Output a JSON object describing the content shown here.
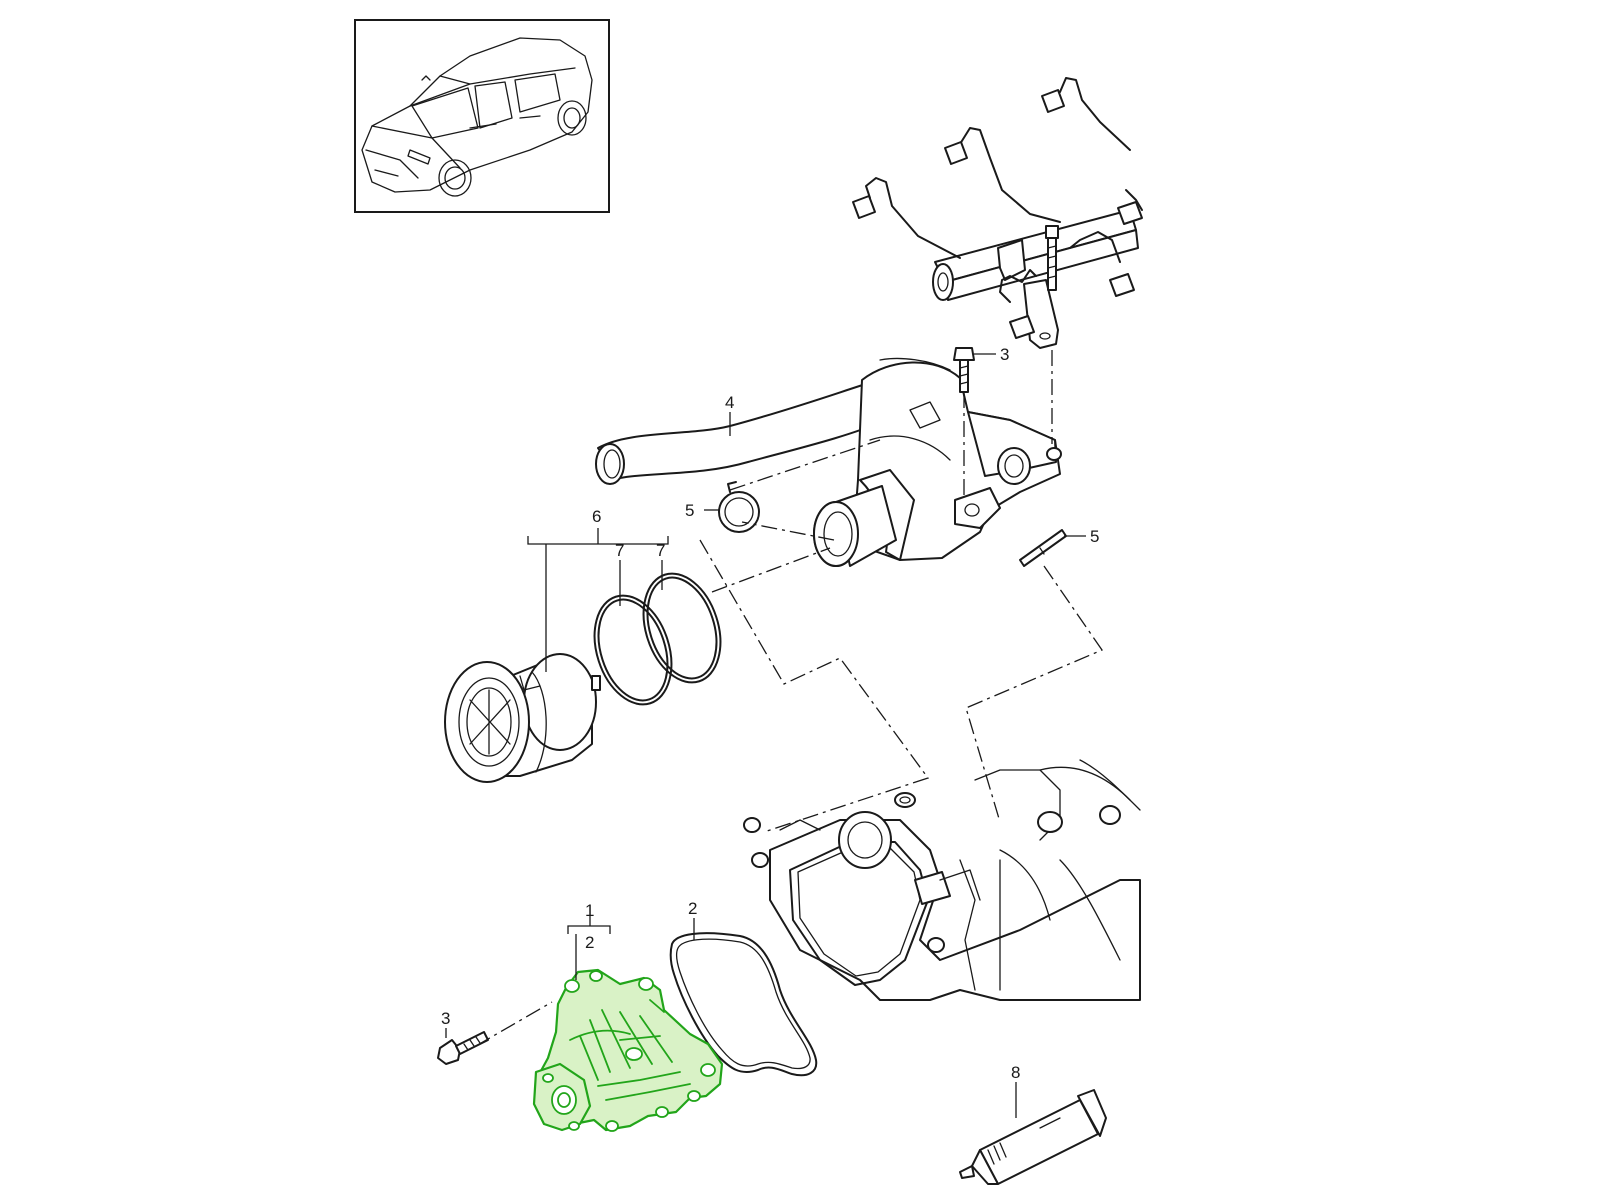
{
  "diagram": {
    "callouts": {
      "c1": "1",
      "c2a": "2",
      "c2b": "2",
      "c3a": "3",
      "c3b": "3",
      "c4": "4",
      "c5a": "5",
      "c5b": "5",
      "c6": "6",
      "c7a": "7",
      "c7b": "7",
      "c8": "8"
    },
    "highlight_color": "#22a51a",
    "highlighted_part": "1",
    "icons": [
      "vehicle-thumbnail",
      "fuel-rail",
      "thermostat-housing",
      "thermostat",
      "o-ring",
      "water-pump",
      "gasket",
      "bolt",
      "pin",
      "sealant-tube",
      "engine-block"
    ]
  }
}
